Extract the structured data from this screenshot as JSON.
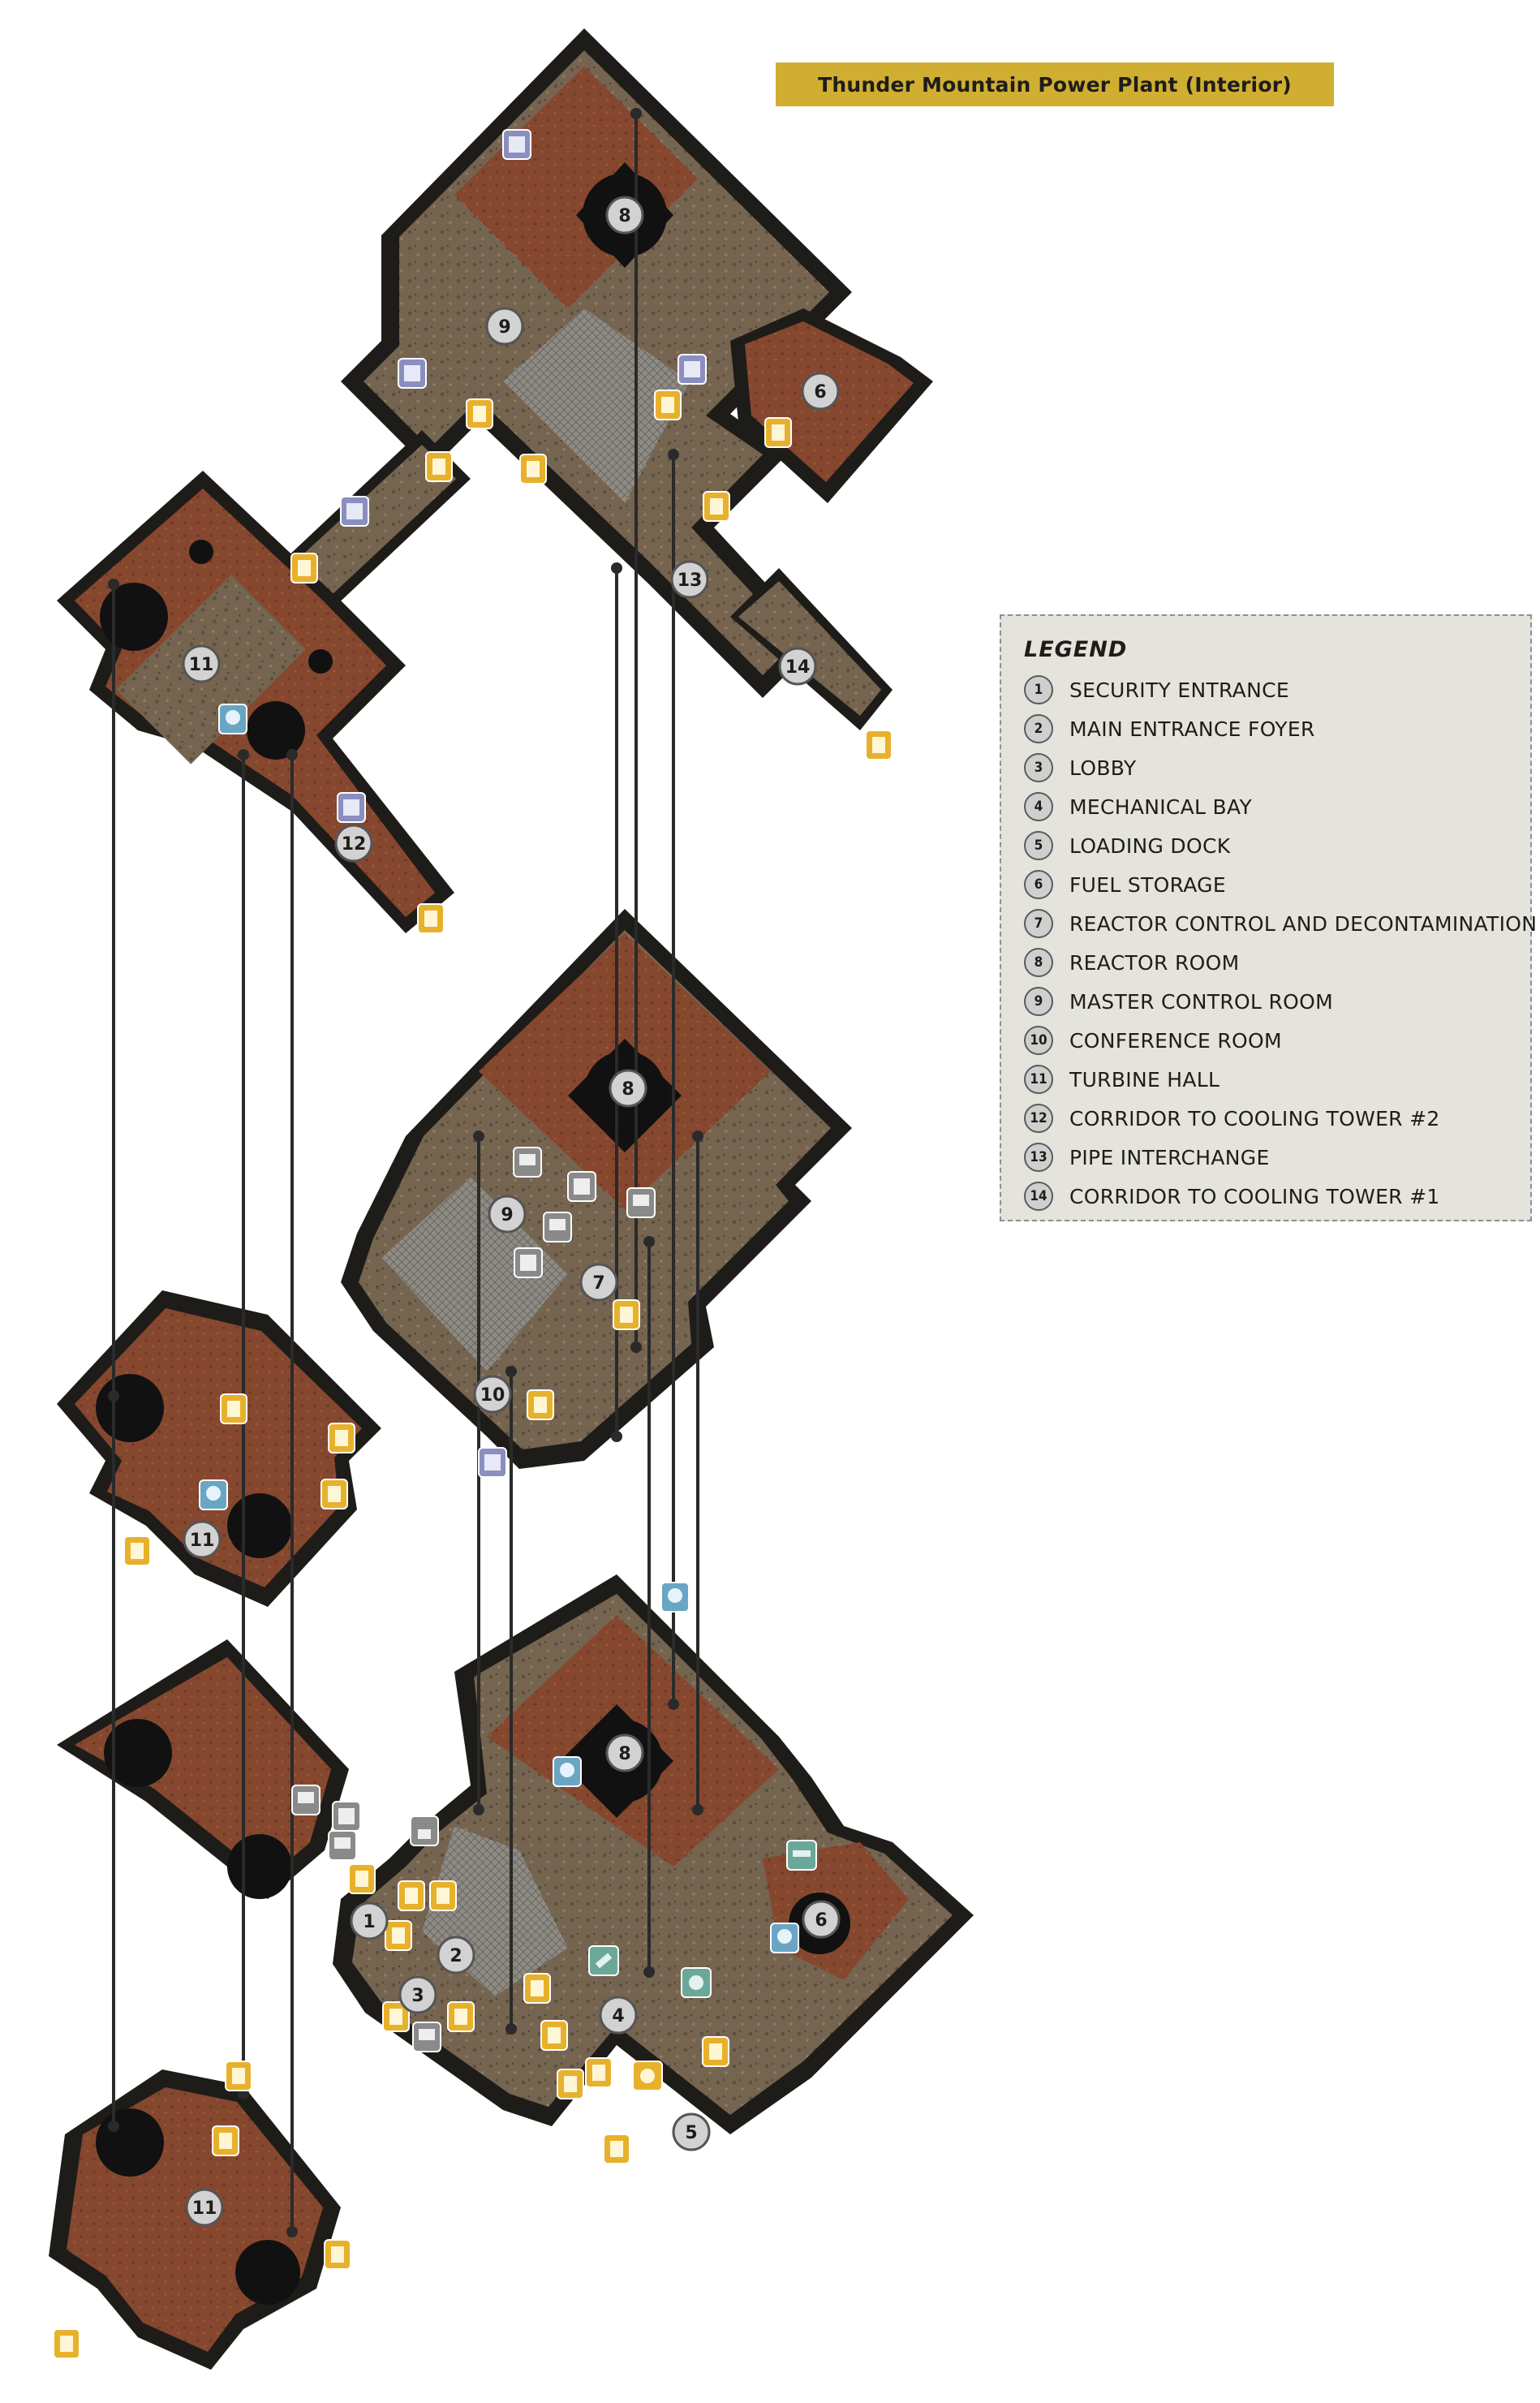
{
  "title": "Thunder Mountain Power Plant (Interior)",
  "colors": {
    "banner": "#cfae32",
    "wall": "#1e1c19",
    "floor_red": "#8b4a36",
    "floor_tan": "#7a6a55",
    "floor_grey": "#8e8b84",
    "connector": "#2a2a2a",
    "icon_note": "#e8b12c",
    "icon_magazine": "#8a8fbf",
    "icon_terminal": "#8a8a8a",
    "icon_bobblehead": "#6aa6c4",
    "icon_weapon": "#6aa89a",
    "legend_bg": "#e4e3dc"
  },
  "legend": {
    "title": "LEGEND",
    "items": [
      {
        "num": "1",
        "label": "SECURITY ENTRANCE"
      },
      {
        "num": "2",
        "label": "MAIN ENTRANCE FOYER"
      },
      {
        "num": "3",
        "label": "LOBBY"
      },
      {
        "num": "4",
        "label": "MECHANICAL BAY"
      },
      {
        "num": "5",
        "label": "LOADING DOCK"
      },
      {
        "num": "6",
        "label": "FUEL STORAGE"
      },
      {
        "num": "7",
        "label": "REACTOR CONTROL AND DECONTAMINATION"
      },
      {
        "num": "8",
        "label": "REACTOR ROOM"
      },
      {
        "num": "9",
        "label": "MASTER CONTROL ROOM"
      },
      {
        "num": "10",
        "label": "CONFERENCE ROOM"
      },
      {
        "num": "11",
        "label": "TURBINE HALL"
      },
      {
        "num": "12",
        "label": "CORRIDOR TO COOLING TOWER #2"
      },
      {
        "num": "13",
        "label": "PIPE INTERCHANGE"
      },
      {
        "num": "14",
        "label": "CORRIDOR TO COOLING TOWER #1"
      }
    ]
  },
  "markers": [
    {
      "num": "8",
      "level": "top"
    },
    {
      "num": "9",
      "level": "top"
    },
    {
      "num": "6",
      "level": "top"
    },
    {
      "num": "13",
      "level": "top"
    },
    {
      "num": "14",
      "level": "top"
    },
    {
      "num": "11",
      "level": "top"
    },
    {
      "num": "12",
      "level": "top"
    },
    {
      "num": "8",
      "level": "middle"
    },
    {
      "num": "9",
      "level": "middle"
    },
    {
      "num": "7",
      "level": "middle"
    },
    {
      "num": "10",
      "level": "middle"
    },
    {
      "num": "11",
      "level": "middle"
    },
    {
      "num": "8",
      "level": "bottom"
    },
    {
      "num": "6",
      "level": "bottom"
    },
    {
      "num": "1",
      "level": "bottom"
    },
    {
      "num": "2",
      "level": "bottom"
    },
    {
      "num": "3",
      "level": "bottom"
    },
    {
      "num": "4",
      "level": "bottom"
    },
    {
      "num": "5",
      "level": "bottom"
    },
    {
      "num": "11",
      "level": "bottom"
    }
  ],
  "icon_types": [
    "note-icon",
    "magazine-icon",
    "terminal-icon",
    "bobblehead-icon",
    "weapon-icon",
    "lock-icon",
    "stimpak-icon",
    "armor-icon"
  ]
}
